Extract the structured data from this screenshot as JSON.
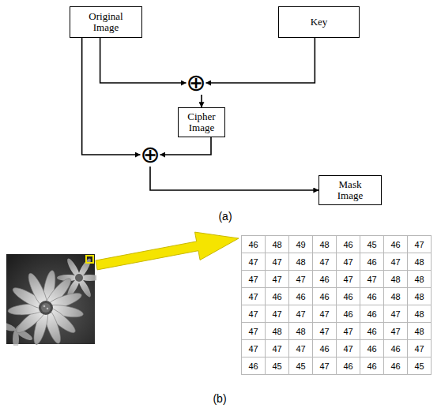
{
  "diagram": {
    "nodes": [
      {
        "text": [
          "Original Image"
        ]
      },
      {
        "text": [
          "Key"
        ]
      },
      {
        "text": [
          "⊕"
        ]
      },
      {
        "text": [
          "Cipher Image"
        ]
      },
      {
        "text": [
          "⊕"
        ]
      },
      {
        "text": [
          "Mask Image"
        ]
      }
    ],
    "edges": [
      {
        "from": 0,
        "to": 2,
        "arrow": "to"
      },
      {
        "from": 1,
        "to": 2,
        "arrow": "to"
      },
      {
        "from": 2,
        "to": 3,
        "arrow": "to"
      },
      {
        "from": 0,
        "to": 4,
        "arrow": "to"
      },
      {
        "from": 3,
        "to": 4,
        "arrow": "to"
      },
      {
        "from": 4,
        "to": 5,
        "arrow": "to"
      }
    ],
    "labels": [
      "(a)",
      "46",
      "48",
      "49",
      "48",
      "46",
      "45",
      "46",
      "47",
      "47",
      "47",
      "48",
      "47",
      "47",
      "46",
      "47",
      "48",
      "47",
      "47",
      "47",
      "46",
      "47",
      "47",
      "48",
      "48",
      "47",
      "46",
      "46",
      "46",
      "46",
      "46",
      "48",
      "48",
      "47",
      "47",
      "47",
      "47",
      "46",
      "46",
      "47",
      "48",
      "47",
      "48",
      "48",
      "47",
      "47",
      "46",
      "47",
      "48",
      "47",
      "47",
      "47",
      "46",
      "47",
      "46",
      "46",
      "47",
      "46",
      "45",
      "45",
      "47",
      "46",
      "46",
      "46",
      "45",
      "(b)"
    ]
  }
}
